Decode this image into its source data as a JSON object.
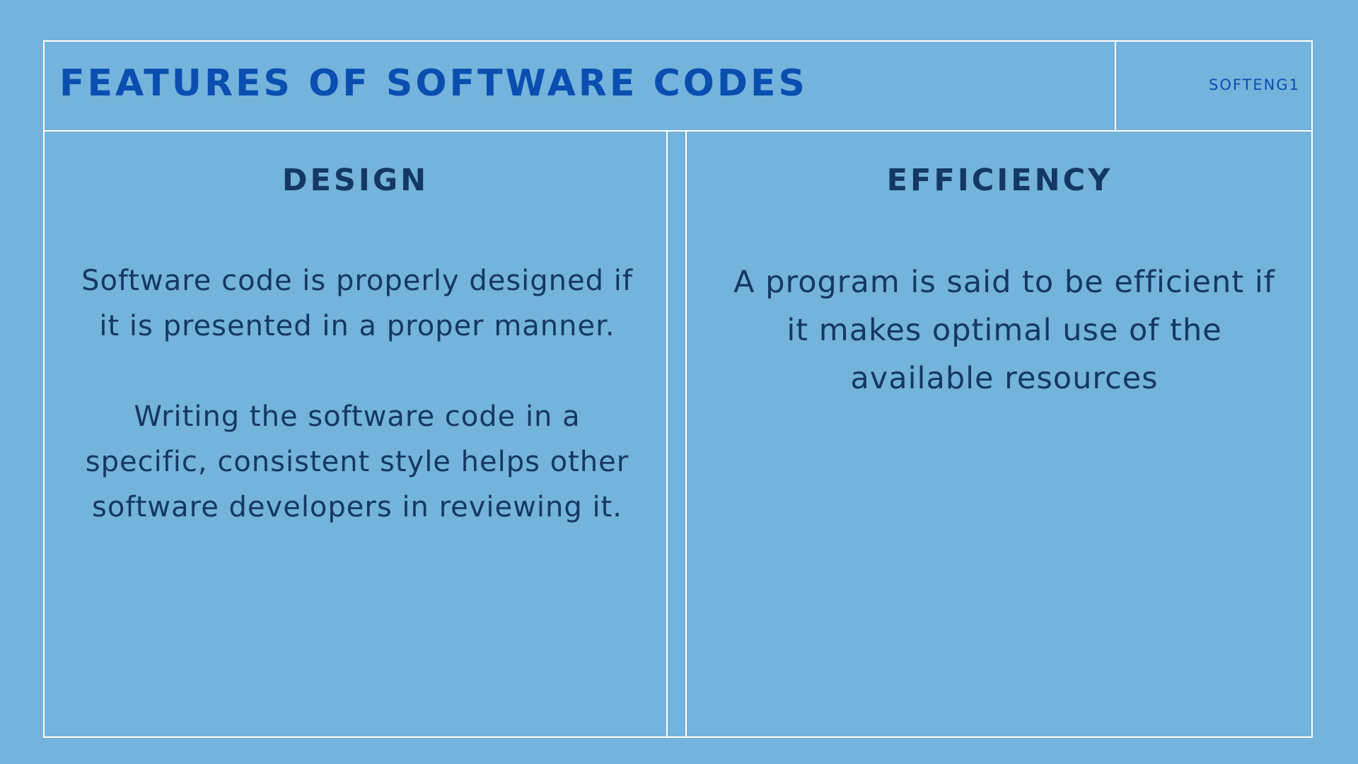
{
  "header": {
    "title": "FEATURES OF SOFTWARE CODES",
    "tag": "SOFTENG1"
  },
  "columns": [
    {
      "heading": "DESIGN",
      "paragraphs": [
        "Software code is properly designed if it is presented in a proper manner.",
        "Writing the software code in a specific, consistent style helps other software developers in reviewing it."
      ]
    },
    {
      "heading": "EFFICIENCY",
      "paragraphs": [
        "A program is said to be efficient if it makes optimal use of the available resources"
      ]
    }
  ],
  "colors": {
    "background": "#74b3dc",
    "title": "#0a4eb0",
    "text": "#133868",
    "lines": "#ffffff"
  }
}
